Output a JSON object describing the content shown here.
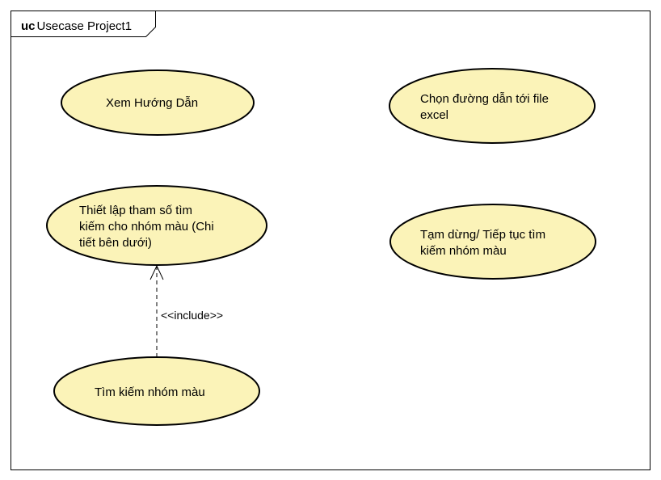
{
  "frame": {
    "keyword": "uc",
    "name": "Usecase Project1"
  },
  "colors": {
    "usecase_fill": "#FBF3B8",
    "stroke": "#000000"
  },
  "usecases": {
    "xem_huong_dan": {
      "lines": [
        "Xem Hướng Dẫn"
      ]
    },
    "chon_duong_dan": {
      "lines": [
        "Chọn đường dẫn tới file",
        "excel"
      ]
    },
    "thiet_lap": {
      "lines": [
        "Thiết lập tham số tìm",
        "kiếm cho nhóm màu (Chi",
        "tiết bên dưới)"
      ]
    },
    "tam_dung": {
      "lines": [
        "Tạm dừng/ Tiếp tục tìm",
        "kiếm nhóm màu"
      ]
    },
    "tim_kiem": {
      "lines": [
        "Tìm kiếm nhóm màu"
      ]
    }
  },
  "relations": {
    "include": {
      "label": "<<include>>"
    }
  }
}
